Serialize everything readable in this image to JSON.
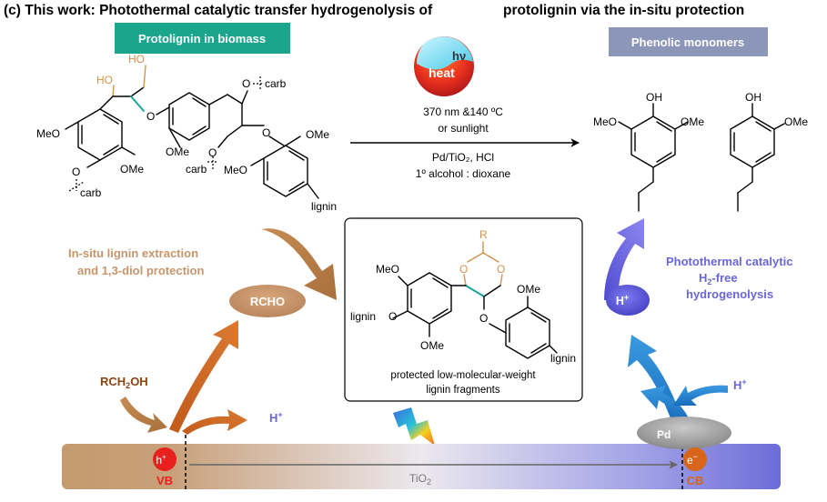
{
  "heading": {
    "left": "(c) This work: Photothermal catalytic transfer hydrogenolysis of",
    "right": "protolignin via the in-situ protection"
  },
  "badges": {
    "protolignin": "Protolignin in biomass",
    "phenolic": "Phenolic monomers"
  },
  "energy": {
    "heat": "heat",
    "hv": "hν"
  },
  "conditions": {
    "line1": "370 nm &140 ºC",
    "line2": "or sunlight",
    "line3": "Pd/TiO₂, HCl",
    "line4": "1º alcohol : dioxane"
  },
  "protolignin_labels": {
    "ho_top": "HO",
    "ho_left": "HO",
    "o_carb_top": "O",
    "carb_top": "carb",
    "meo_left": "MeO",
    "ome_left": "OMe",
    "o_ether": "O",
    "o_carb_bottom": "O",
    "carb_bottom": "carb",
    "carb_left": "carb",
    "o_left": "O",
    "ome_right": "OMe",
    "meo_mid": "MeO",
    "o_ether2": "O",
    "ome_mid": "OMe",
    "lignin": "lignin"
  },
  "monomer_labels": {
    "oh1": "OH",
    "meo1": "MeO",
    "ome1": "OMe",
    "oh2": "OH",
    "ome2": "OMe"
  },
  "left_process": {
    "line1": "In-situ lignin extraction",
    "line2": "and 1,3-diol protection",
    "rcho": "RCHO",
    "rch2oh": "RCH",
    "rch2oh_sub": "2",
    "rch2oh_end": "OH",
    "h_plus": "H",
    "h_plus_sup": "+"
  },
  "fragment_box": {
    "r": "R",
    "o1": "O",
    "o2": "O",
    "meo": "MeO",
    "ome": "OMe",
    "lignin_left": "lignin",
    "o_left": "O",
    "ome_bottom": "OMe",
    "o_ether": "O",
    "lignin_right": "lignin",
    "caption1": "protected low-molecular-weight",
    "caption2": "lignin fragments"
  },
  "right_process": {
    "line1": "Photothermal catalytic",
    "line2a": "H",
    "line2sub": "2",
    "line2b": "-free",
    "line3": "hydrogenolysis",
    "h_plus_circle": "H",
    "h_plus_circle_sup": "+",
    "h_plus": "H",
    "h_plus_sup": "+"
  },
  "semiconductor": {
    "hole": "h",
    "hole_sup": "+",
    "vb": "VB",
    "electron": "e",
    "electron_sup": "−",
    "cb": "CB",
    "pd": "Pd",
    "tio2": "TiO",
    "tio2_sub": "2"
  },
  "colors": {
    "teal_badge": "#1aa58c",
    "gray_badge": "#8c96b8",
    "brown": "#c8956a",
    "dark_brown": "#8b4513",
    "orange_arrow": "#c8611f",
    "purple": "#6a66d8",
    "blue_arrow": "#1f7fd0",
    "hole_red": "#e8201e",
    "electron_orange": "#d8661a"
  }
}
